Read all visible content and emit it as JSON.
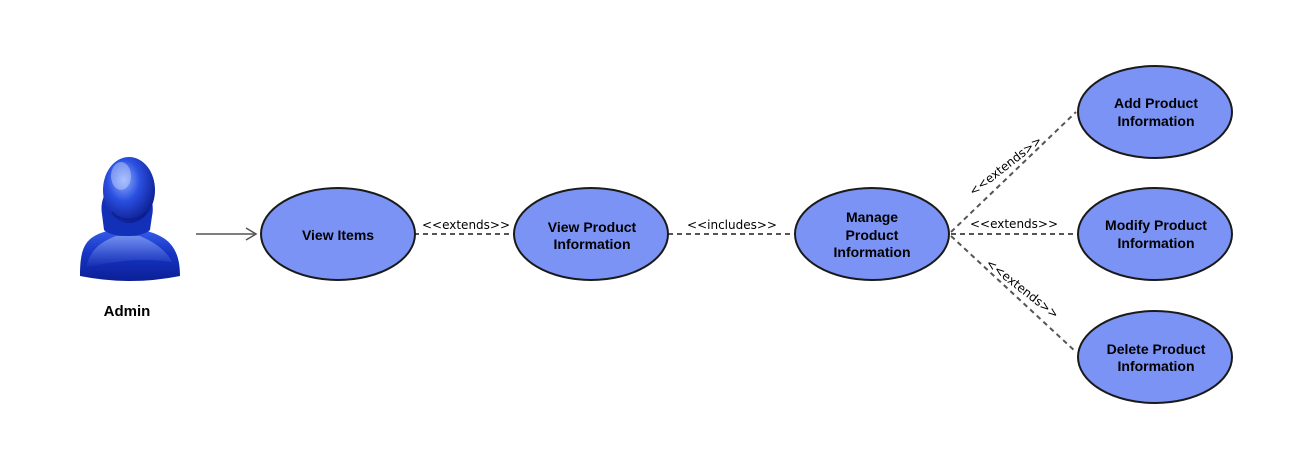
{
  "colors": {
    "use_case_fill": "#7b93f5",
    "actor_blue": "#1a37c9"
  },
  "actor": {
    "label": "Admin",
    "icon": "person-icon"
  },
  "use_cases": {
    "view_items": [
      "View Items"
    ],
    "view_product_info": [
      "View Product",
      "Information"
    ],
    "manage_product_info": [
      "Manage",
      "Product",
      "Information"
    ],
    "add_product_info": [
      "Add Product",
      "Information"
    ],
    "modify_product_info": [
      "Modify Product",
      "Information"
    ],
    "delete_product_info": [
      "Delete Product",
      "Information"
    ]
  },
  "relations": {
    "view_items_to_view_product": "<<extends>>",
    "view_product_to_manage": "<<includes>>",
    "manage_to_add": "<<extends>>",
    "manage_to_modify": "<<extends>>",
    "manage_to_delete": "<<extends>>"
  }
}
